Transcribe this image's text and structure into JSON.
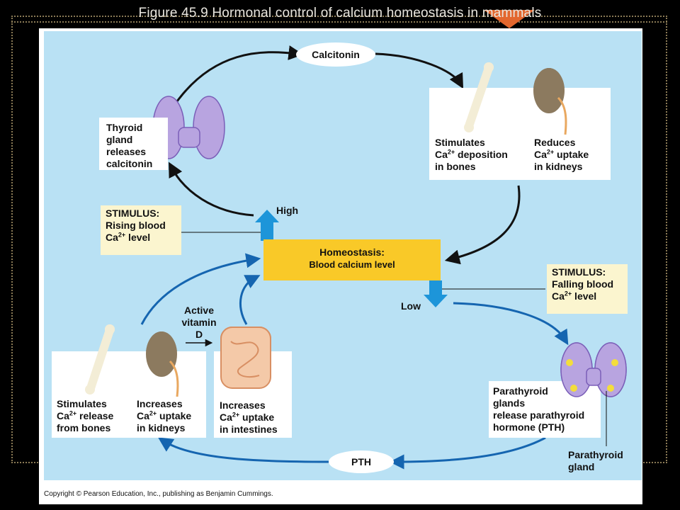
{
  "slide": {
    "title": "Figure 45.9  Hormonal control of calcium homeostasis in mammals",
    "copyright": "Copyright © Pearson Education, Inc., publishing as Benjamin Cummings."
  },
  "diagram": {
    "calcitonin_pill": "Calcitonin",
    "pth_pill": "PTH",
    "high_label": "High",
    "low_label": "Low",
    "homeostasis_title": "Homeostasis:",
    "homeostasis_subtitle": "Blood calcium level",
    "thyroid": [
      "Thyroid",
      "gland",
      "releases",
      "calcitonin"
    ],
    "stimulus_rising": [
      "STIMULUS:",
      "Rising blood",
      "Ca",
      " level"
    ],
    "stimulus_falling": [
      "STIMULUS:",
      "Falling blood",
      "Ca",
      " level"
    ],
    "superscript": "2+",
    "stim_deposition": [
      "Stimulates",
      "Ca",
      " deposition",
      "in bones"
    ],
    "reduce_uptake": [
      "Reduces",
      "Ca",
      " uptake",
      "in kidneys"
    ],
    "stim_release": [
      "Stimulates",
      "Ca",
      " release",
      "from bones"
    ],
    "increase_kidney": [
      "Increases",
      "Ca",
      " uptake",
      "in kidneys"
    ],
    "increase_intestine": [
      "Increases",
      "Ca",
      " uptake",
      "in intestines"
    ],
    "vitamin": [
      "Active",
      "vitamin",
      "D"
    ],
    "parathyroid_release": [
      "Parathyroid",
      "glands",
      "release parathyroid",
      "hormone (PTH)"
    ],
    "parathyroid_gland": [
      "Parathyroid",
      "gland"
    ]
  },
  "colors": {
    "panel": "#b9e1f4",
    "homeostasis": "#f9c928",
    "stimulus": "#fbf5cf",
    "blue_arrow": "#1565b0",
    "accent": "#e3672e"
  }
}
